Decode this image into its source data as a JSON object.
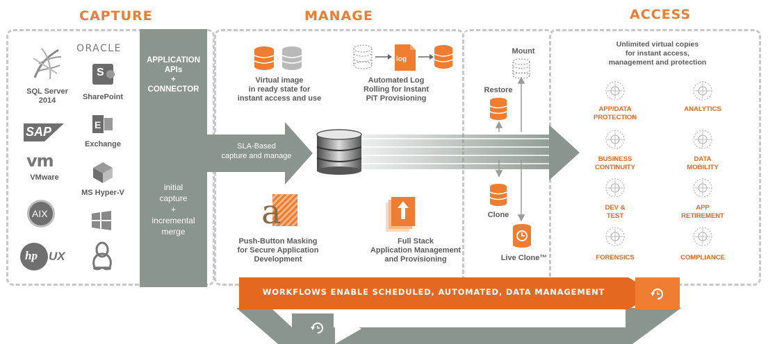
{
  "sections": {
    "capture": "CAPTURE",
    "manage": "MANAGE",
    "access": "ACCESS"
  },
  "capture": {
    "sources": [
      {
        "label": "SQL Server\n2014",
        "icon": "sql-server-icon"
      },
      {
        "label": "ORACLE",
        "icon": "oracle-logo"
      },
      {
        "label": "SharePoint",
        "icon": "sharepoint-icon"
      },
      {
        "label": "SAP",
        "icon": "sap-logo"
      },
      {
        "label": "Exchange",
        "icon": "exchange-icon"
      },
      {
        "label": "vm",
        "icon": "vmware-logo"
      },
      {
        "label": "VMware",
        "icon": "vmware-label"
      },
      {
        "label": "MS Hyper-V",
        "icon": "hyper-v-icon"
      },
      {
        "label": "AIX",
        "icon": "aix-logo"
      },
      {
        "label": "hp",
        "icon": "hp-logo"
      },
      {
        "label": "UX",
        "icon": "hpux-label"
      },
      {
        "label": "",
        "icon": "windows-icon"
      },
      {
        "label": "",
        "icon": "linux-tux-icon"
      }
    ],
    "connector_top": "APPLICATION\nAPIs\n+\nCONNECTOR",
    "connector_bottom": "initial\ncapture\n+\nincremental\nmerge",
    "sla_arrow": "SLA-Based\ncapture and manage"
  },
  "manage": {
    "virtual_image": "Virtual image\nin ready state for\ninstant access and use",
    "log_rolling": "Automated Log\nRolling for Instant\nPiT Provisioning",
    "log_icon_text": "log",
    "masking": "Push-Button Masking\nfor Secure Application\nDevelopment",
    "full_stack": "Full Stack\nApplication Management\nand Provisioning",
    "mount": "Mount",
    "restore": "Restore",
    "clone": "Clone",
    "live_clone": "Live Clone™"
  },
  "access": {
    "intro": "Unlimited virtual copies\nfor instant access,\nmanagement and protection",
    "uses": [
      "APP/DATA\nPROTECTION",
      "ANALYTICS",
      "BUSINESS\nCONTINUITY",
      "DATA\nMOBILITY",
      "DEV &\nTEST",
      "APP\nRETIREMENT",
      "FORENSICS",
      "COMPLIANCE"
    ]
  },
  "workflow": {
    "banner": "WORKFLOWS ENABLE SCHEDULED, AUTOMATED, DATA MANAGEMENT"
  },
  "colors": {
    "orange": "#ee7d31",
    "deep_orange": "#e4681f",
    "gray_band": "#8a958f",
    "dash": "#c7c7c7"
  }
}
